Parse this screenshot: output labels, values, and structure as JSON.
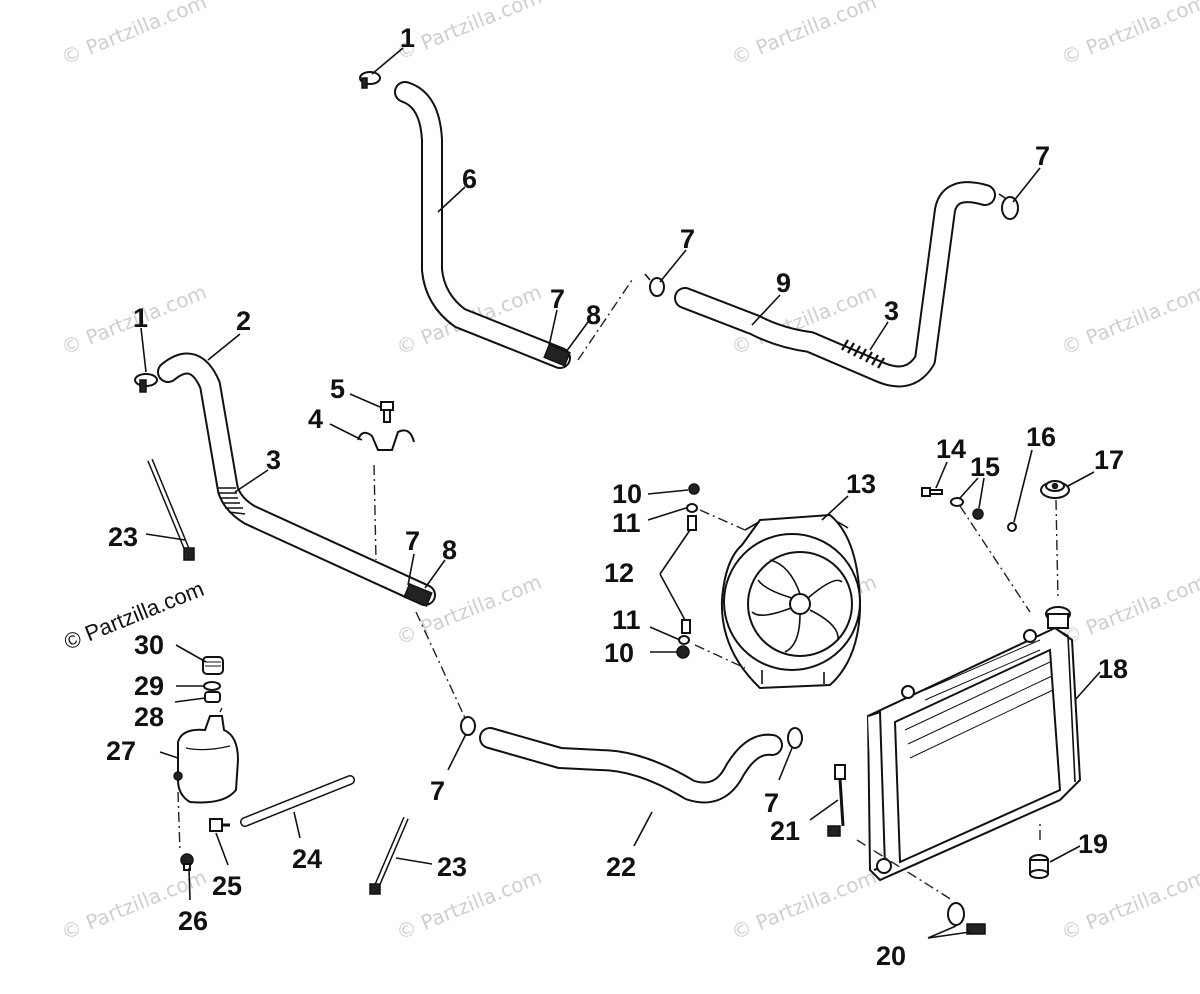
{
  "watermarks": {
    "faint": "© Partzilla.com",
    "strong": "© Partzilla.com"
  },
  "colors": {
    "ink": "#111111",
    "watermark": "#cfcfcf",
    "background": "#ffffff"
  },
  "callouts": {
    "c1a": "1",
    "c1b": "1",
    "c2": "2",
    "c3a": "3",
    "c3b": "3",
    "c4": "4",
    "c5": "5",
    "c6": "6",
    "c7a": "7",
    "c7b": "7",
    "c7c": "7",
    "c7d": "7",
    "c7e": "7",
    "c7f": "7",
    "c8a": "8",
    "c8b": "8",
    "c9": "9",
    "c10a": "10",
    "c10b": "10",
    "c11a": "11",
    "c11b": "11",
    "c12": "12",
    "c13": "13",
    "c14": "14",
    "c15": "15",
    "c16": "16",
    "c17": "17",
    "c18": "18",
    "c19": "19",
    "c20": "20",
    "c21": "21",
    "c22": "22",
    "c23a": "23",
    "c23b": "23",
    "c24": "24",
    "c25": "25",
    "c26": "26",
    "c27": "27",
    "c28": "28",
    "c29": "29",
    "c30": "30"
  }
}
